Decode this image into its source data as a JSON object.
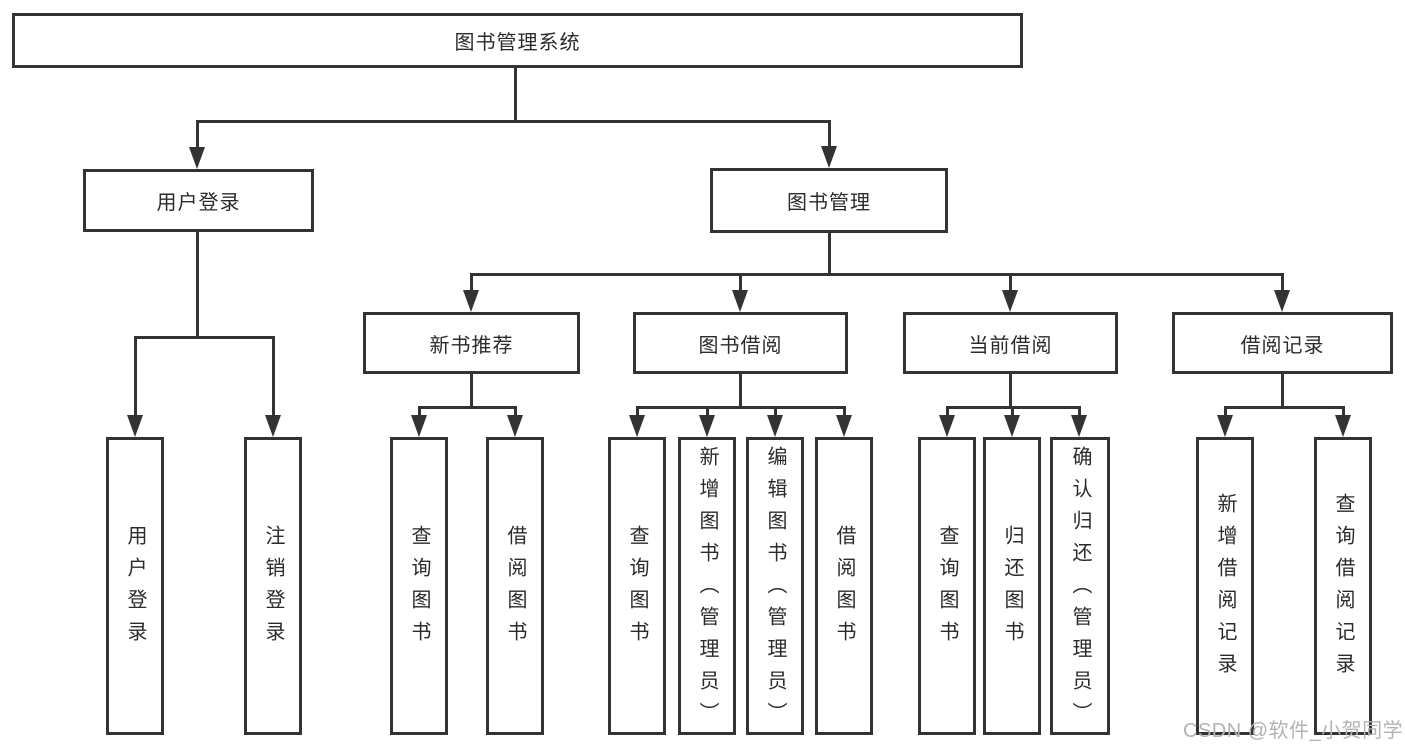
{
  "tree": {
    "label": "图书管理系统",
    "children": [
      {
        "label": "用户登录",
        "children": [
          {
            "label": "用户登录"
          },
          {
            "label": "注销登录"
          }
        ]
      },
      {
        "label": "图书管理",
        "children": [
          {
            "label": "新书推荐",
            "children": [
              {
                "label": "查询图书"
              },
              {
                "label": "借阅图书"
              }
            ]
          },
          {
            "label": "图书借阅",
            "children": [
              {
                "label": "查询图书"
              },
              {
                "label": "新增图书（管理员）"
              },
              {
                "label": "编辑图书（管理员）"
              },
              {
                "label": "借阅图书"
              }
            ]
          },
          {
            "label": "当前借阅",
            "children": [
              {
                "label": "查询图书"
              },
              {
                "label": "归还图书"
              },
              {
                "label": "确认归还（管理员）"
              }
            ]
          },
          {
            "label": "借阅记录",
            "children": [
              {
                "label": "新增借阅记录"
              },
              {
                "label": "查询借阅记录"
              }
            ]
          }
        ]
      }
    ]
  },
  "watermark": {
    "text": "CSDN @软件_小贺同学"
  },
  "colors": {
    "line": "#333333",
    "text": "#2b2b2b",
    "background": "#ffffff",
    "watermark_text": "#b3b3b3"
  }
}
